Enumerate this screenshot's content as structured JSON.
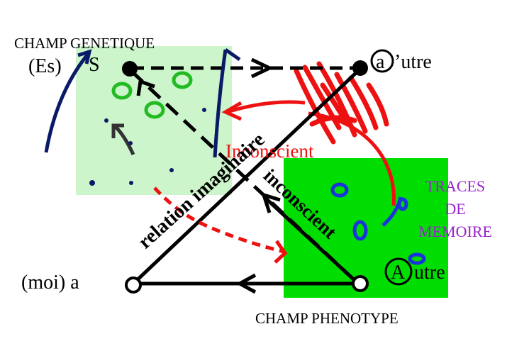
{
  "labels": {
    "champ_genetique": "CHAMP GENETIQUE",
    "champ_phenotype": "CHAMP PHENOTYPE",
    "es": "(Es)",
    "s": "S",
    "autre_a": "a",
    "autre_utre_top": "’utre",
    "moi": "(moi) a",
    "autre_A": "A",
    "autre_utre_bottom": "utre",
    "inconscient_red": "Inconscient",
    "inconscient_diag": "inconscient",
    "relation_imaginaire": "relation imaginaire",
    "traces_line1": "TRACES",
    "traces_line2": "DE",
    "traces_line3": "MEMOIRE"
  },
  "colors": {
    "genetic_field": "#ccf5cc",
    "phenotype_field": "#00dd00",
    "red": "#ee1111",
    "navy": "#0a1a66",
    "purple": "#9922cc",
    "blue": "#1a33dd",
    "green_circle": "#22bb22"
  }
}
